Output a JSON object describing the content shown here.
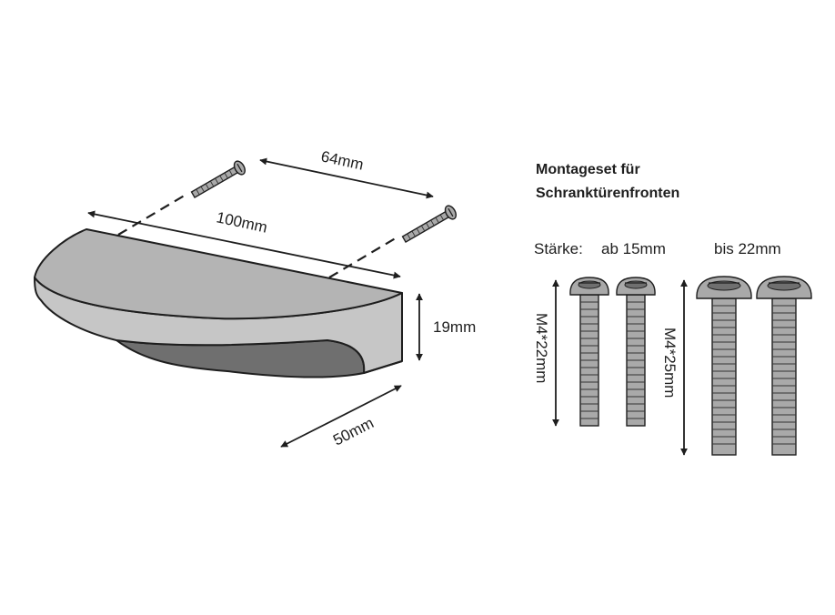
{
  "colors": {
    "handle_top": "#b4b4b4",
    "handle_front": "#c6c6c6",
    "handle_underside": "#6f6f6f",
    "screw": "#a9a9a9",
    "line": "#1e1e1e"
  },
  "dimensions": {
    "screw_spacing": "64mm",
    "length": "100mm",
    "height": "19mm",
    "depth": "50mm"
  },
  "mounting_kit": {
    "title_line1": "Montageset für",
    "title_line2": "Schranktürenfronten",
    "thickness_label": "Stärke:",
    "group_a": {
      "range": "ab 15mm",
      "screw_size": "M4*22mm"
    },
    "group_b": {
      "range": "bis 22mm",
      "screw_size": "M4*25mm"
    }
  }
}
